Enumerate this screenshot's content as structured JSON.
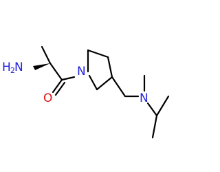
{
  "molecule": {
    "atoms": {
      "amine": {
        "symbol": "H",
        "subscript": "2",
        "element": "N"
      },
      "carbonyl_oxygen": {
        "symbol": "O"
      },
      "ring_nitrogen": {
        "symbol": "N"
      },
      "tertiary_amine": {
        "symbol": "N"
      }
    }
  },
  "colors": {
    "bond": "#000000",
    "nitrogen": "#2222dd",
    "oxygen": "#dd1111",
    "background": "#ffffff"
  }
}
